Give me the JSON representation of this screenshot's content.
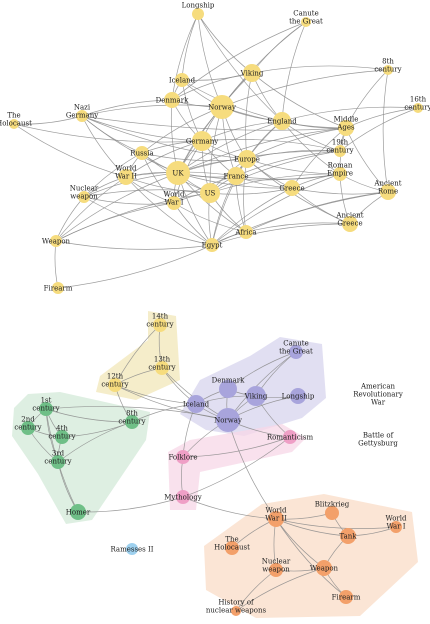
{
  "colors": {
    "yellow": "#f6dc7e",
    "yellow_hull": "#f2e7b8",
    "purple": "#a8a4dc",
    "purple_hull": "#d7d4ee",
    "green": "#6fbf87",
    "green_hull": "#d3ead8",
    "pink": "#ef9fc6",
    "pink_hull": "#f7d7e7",
    "orange": "#f3a06a",
    "orange_hull": "#f9dcc7",
    "blue": "#9ed1ef",
    "edge": "#8a8a8a"
  },
  "top_graph": {
    "nodes": [
      {
        "id": "longship",
        "label": "Longship",
        "r": 6
      },
      {
        "id": "canute",
        "label": "Canute\nthe Great",
        "r": 5
      },
      {
        "id": "c8",
        "label": "8th\ncentury",
        "r": 5
      },
      {
        "id": "c16",
        "label": "16th\ncentury",
        "r": 5
      },
      {
        "id": "iceland",
        "label": "Iceland",
        "r": 7
      },
      {
        "id": "viking",
        "label": "Viking",
        "r": 9
      },
      {
        "id": "denmark",
        "label": "Denmark",
        "r": 8
      },
      {
        "id": "norway",
        "label": "Norway",
        "r": 12
      },
      {
        "id": "england",
        "label": "England",
        "r": 9
      },
      {
        "id": "holocaust",
        "label": "The\nHolocaust",
        "r": 5
      },
      {
        "id": "nazi",
        "label": "Nazi\nGermany",
        "r": 6
      },
      {
        "id": "middle",
        "label": "Middle\nAges",
        "r": 8
      },
      {
        "id": "c19",
        "label": "19th\ncentury",
        "r": 6
      },
      {
        "id": "germany",
        "label": "Germany",
        "r": 10
      },
      {
        "id": "russia",
        "label": "Russia",
        "r": 7
      },
      {
        "id": "europe",
        "label": "Europe",
        "r": 9
      },
      {
        "id": "uk",
        "label": "UK",
        "r": 12
      },
      {
        "id": "france",
        "label": "France",
        "r": 9
      },
      {
        "id": "roman",
        "label": "Roman\nEmpire",
        "r": 7
      },
      {
        "id": "ww2",
        "label": "World\nWar II",
        "r": 8
      },
      {
        "id": "us",
        "label": "US",
        "r": 10
      },
      {
        "id": "greece",
        "label": "Greece",
        "r": 8
      },
      {
        "id": "ancrome",
        "label": "Ancient\nRome",
        "r": 8
      },
      {
        "id": "nuclear",
        "label": "Nuclear\nweapon",
        "r": 6
      },
      {
        "id": "ww1",
        "label": "World\nWar I",
        "r": 7
      },
      {
        "id": "ancgreece",
        "label": "Ancient\nGreece",
        "r": 8
      },
      {
        "id": "africa",
        "label": "Africa",
        "r": 7
      },
      {
        "id": "weapon",
        "label": "Weapon",
        "r": 6
      },
      {
        "id": "egypt",
        "label": "Egypt",
        "r": 7
      },
      {
        "id": "firearm",
        "label": "Firearm",
        "r": 6
      }
    ]
  },
  "bottom_graph": {
    "nodes": [
      {
        "id": "b14",
        "label": "14th\ncentury",
        "color": "yellow",
        "r": 7
      },
      {
        "id": "b13",
        "label": "13th\ncentury",
        "color": "yellow",
        "r": 7
      },
      {
        "id": "b12",
        "label": "12th\ncentury",
        "color": "yellow",
        "r": 7
      },
      {
        "id": "bcanute",
        "label": "Canute\nthe Great",
        "color": "purple",
        "r": 7
      },
      {
        "id": "bdenmark",
        "label": "Denmark",
        "color": "purple",
        "r": 9
      },
      {
        "id": "bviking",
        "label": "Viking",
        "color": "purple",
        "r": 10
      },
      {
        "id": "blongship",
        "label": "Longship",
        "color": "purple",
        "r": 8
      },
      {
        "id": "biceland",
        "label": "Iceland",
        "color": "purple",
        "r": 9
      },
      {
        "id": "bnorway",
        "label": "Norway",
        "color": "purple",
        "r": 12
      },
      {
        "id": "b1",
        "label": "1st\ncentury",
        "color": "green",
        "r": 7
      },
      {
        "id": "b2",
        "label": "2nd\ncentury",
        "color": "green",
        "r": 7
      },
      {
        "id": "b4",
        "label": "4th\ncentury",
        "color": "green",
        "r": 7
      },
      {
        "id": "b8",
        "label": "8th\ncentury",
        "color": "green",
        "r": 7
      },
      {
        "id": "b3",
        "label": "3rd\ncentury",
        "color": "green",
        "r": 7
      },
      {
        "id": "bhomer",
        "label": "Homer",
        "color": "green",
        "r": 8
      },
      {
        "id": "bamrev",
        "label": "American\nRevolutionary\nWar",
        "color": "blue",
        "r": 0
      },
      {
        "id": "bgetty",
        "label": "Battle of\nGettysburg",
        "color": "blue",
        "r": 0
      },
      {
        "id": "bromant",
        "label": "Romanticism",
        "color": "pink",
        "r": 7
      },
      {
        "id": "bfolk",
        "label": "Folklore",
        "color": "pink",
        "r": 7
      },
      {
        "id": "bmyth",
        "label": "Mythology",
        "color": "pink",
        "r": 7
      },
      {
        "id": "bblitz",
        "label": "Blitzkrieg",
        "color": "orange",
        "r": 7
      },
      {
        "id": "bww2",
        "label": "World\nWar II",
        "color": "orange",
        "r": 8
      },
      {
        "id": "btank",
        "label": "Tank",
        "color": "orange",
        "r": 8
      },
      {
        "id": "bww1",
        "label": "World\nWar I",
        "color": "orange",
        "r": 6
      },
      {
        "id": "bholo",
        "label": "The\nHolocaust",
        "color": "orange",
        "r": 7
      },
      {
        "id": "bram",
        "label": "Ramesses II",
        "color": "blue",
        "r": 6
      },
      {
        "id": "bnuc",
        "label": "Nuclear\nweapon",
        "color": "orange",
        "r": 7
      },
      {
        "id": "bweapon",
        "label": "Weapon",
        "color": "orange",
        "r": 8
      },
      {
        "id": "bfirearm",
        "label": "Firearm",
        "color": "orange",
        "r": 7
      },
      {
        "id": "bhist",
        "label": "History of\nnuclear weapons",
        "color": "orange",
        "r": 5
      }
    ]
  }
}
